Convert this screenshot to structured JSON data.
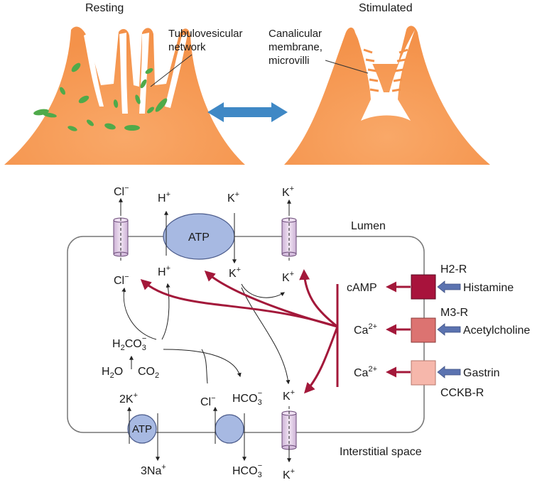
{
  "top": {
    "resting_label": "Resting",
    "stimulated_label": "Stimulated",
    "tubulovesicular_line1": "Tubulovesicular",
    "tubulovesicular_line2": "network",
    "canalicular_line1": "Canalicular",
    "canalicular_line2": "membrane,",
    "canalicular_line3": "microvilli"
  },
  "cell": {
    "lumen": "Lumen",
    "interstitial": "Interstitial space",
    "atp_pump": "ATP",
    "atp_nak": "ATP",
    "cl_top": "Cl",
    "cl_top_sup": "−",
    "cl_inner": "Cl",
    "cl_inner_sup": "−",
    "h_top": "H",
    "h_top_sup": "+",
    "h_inner": "H",
    "h_inner_sup": "+",
    "k_top1": "K",
    "k_top1_sup": "+",
    "k_inner1": "K",
    "k_inner1_sup": "+",
    "k_top2": "K",
    "k_top2_sup": "+",
    "k_inner2": "K",
    "k_inner2_sup": "+",
    "h2co3_main": "H",
    "h2co3_sub2": "2",
    "h2co3_co": "CO",
    "h2co3_sub3": "3",
    "h2co3_sup": "−",
    "h2o_main": "H",
    "h2o_sub": "2",
    "h2o_o": "O",
    "co2_main": "CO",
    "co2_sub": "2",
    "twok": "2K",
    "twok_sup": "+",
    "threena": "3Na",
    "threena_sup": "+",
    "cl_bottom": "Cl",
    "cl_bottom_sup": "−",
    "hco3_in": "HCO",
    "hco3_in_sub": "3",
    "hco3_in_sup": "−",
    "hco3_out": "HCO",
    "hco3_out_sub": "3",
    "hco3_out_sup": "−",
    "k_basal_in": "K",
    "k_basal_in_sup": "+",
    "k_basal_out": "K",
    "k_basal_out_sup": "+"
  },
  "signaling": {
    "camp": "cAMP",
    "ca1": "Ca",
    "ca1_sup": "2+",
    "ca2": "Ca",
    "ca2_sup": "2+",
    "h2r": "H2-R",
    "m3r": "M3-R",
    "cckbr": "CCKB-R",
    "histamine": "Histamine",
    "acetylcholine": "Acetylcholine",
    "gastrin": "Gastrin"
  },
  "colors": {
    "cell_orange": "#f6a25c",
    "vesicle_green": "#4faa4a",
    "double_arrow": "#3f88c5",
    "pump_blue": "#a7b9e2",
    "channel_lilac": "#e6d3ea",
    "signal_red": "#a3183a",
    "receptor_h2": "#a8133c",
    "receptor_m3": "#dc7371",
    "receptor_cckb": "#f6b7ab",
    "ligand_arrow": "#5b73b0"
  }
}
